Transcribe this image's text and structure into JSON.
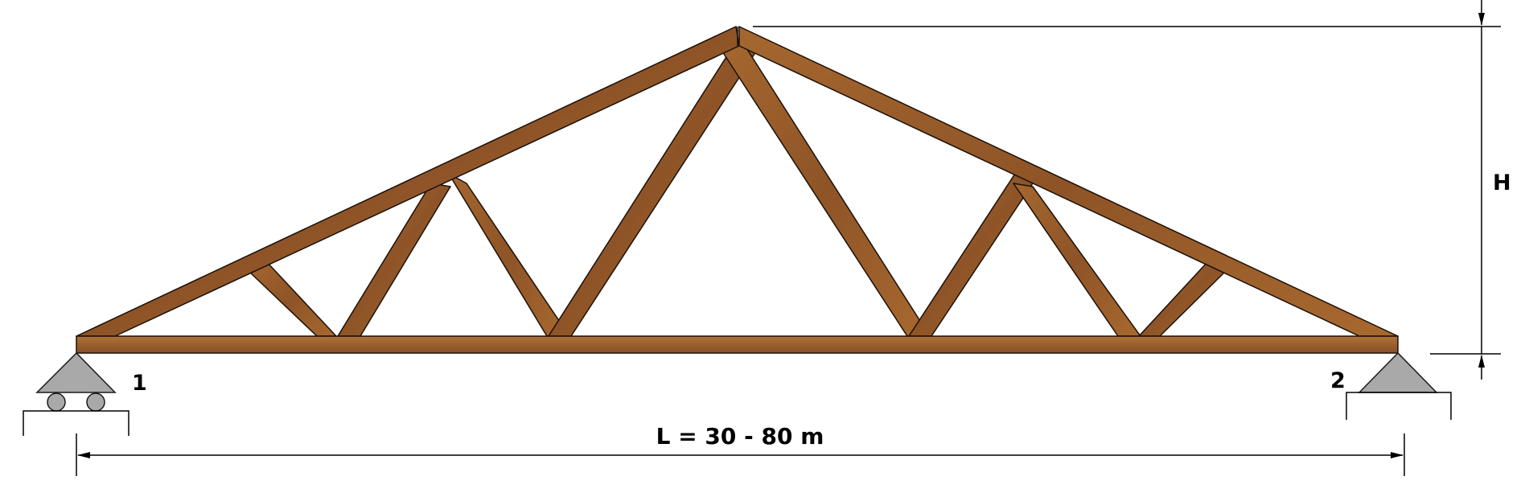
{
  "labels": {
    "support_left": "1",
    "support_right": "2",
    "span": "L = 30 - 80 m",
    "height": "H"
  },
  "colors": {
    "wood": "#9b5d2c",
    "wood_edge": "#1a1008",
    "support": "#a9a9a9",
    "line": "#000000"
  }
}
